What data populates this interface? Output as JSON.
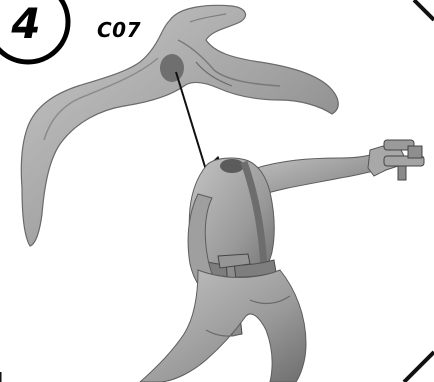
{
  "step": {
    "number": "4",
    "part_code": "C07"
  },
  "illustration": {
    "part": "cape-piece",
    "assembly": "figure-torso-with-pistol",
    "instruction": "attach-cape-to-back"
  },
  "colors": {
    "background": "#ffffff",
    "frame": "#111111",
    "model_light": "#b9b9b9",
    "model_mid": "#8c8c8c",
    "model_dark": "#555555",
    "arrow": "#111111"
  }
}
